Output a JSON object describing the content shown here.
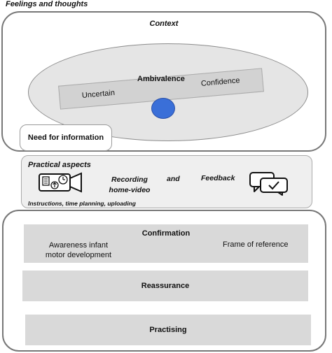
{
  "header": {
    "title": "Feelings and thoughts"
  },
  "context": {
    "label": "Context",
    "balance": {
      "center": "Ambivalence",
      "left": "Uncertain",
      "right": "Confidence"
    },
    "need_box": "Need for information"
  },
  "practical": {
    "label": "Practical aspects",
    "recording": "Recording home-video",
    "and": "and",
    "feedback": "Feedback",
    "instructions": "Instructions, time planning, uploading",
    "icons": [
      "video-camera-icon",
      "chat-bubbles-icon"
    ]
  },
  "outcomes": {
    "confirmation": {
      "title": "Confirmation",
      "left": "Awareness infant motor development",
      "right": "Frame of reference"
    },
    "reassurance": "Reassurance",
    "practising": "Practising"
  },
  "colors": {
    "pivot": "#3a6fd8",
    "ellipse": "#e5e5e5",
    "bars": "#d9d9d9",
    "practical_panel": "#efefef"
  }
}
